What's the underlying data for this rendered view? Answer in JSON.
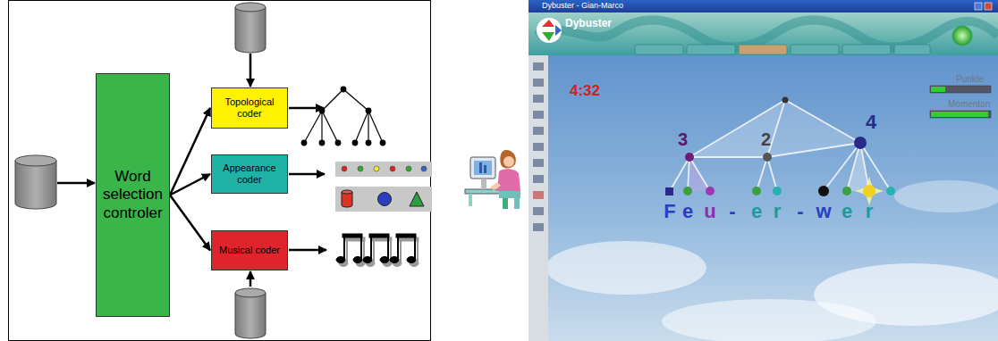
{
  "diagram": {
    "nodes": [
      {
        "text": [
          "Word selection controler"
        ]
      },
      {
        "text": [
          "Topological coder"
        ]
      },
      {
        "text": [
          "Appearance coder"
        ]
      },
      {
        "text": [
          "Musical coder"
        ]
      }
    ],
    "edges": [
      {
        "from": 0,
        "to": 1,
        "arrow": "to"
      },
      {
        "from": 0,
        "to": 2,
        "arrow": "to"
      },
      {
        "from": 0,
        "to": 3,
        "arrow": "to"
      }
    ],
    "labels": [
      "Dybuster - Gian-Marco",
      "Dybuster",
      "4:32",
      "Punkte",
      "Momentan",
      "3",
      "2",
      "4",
      "F",
      "e",
      "u",
      "-",
      "e",
      "r",
      "-",
      "w",
      "e",
      "r"
    ]
  }
}
